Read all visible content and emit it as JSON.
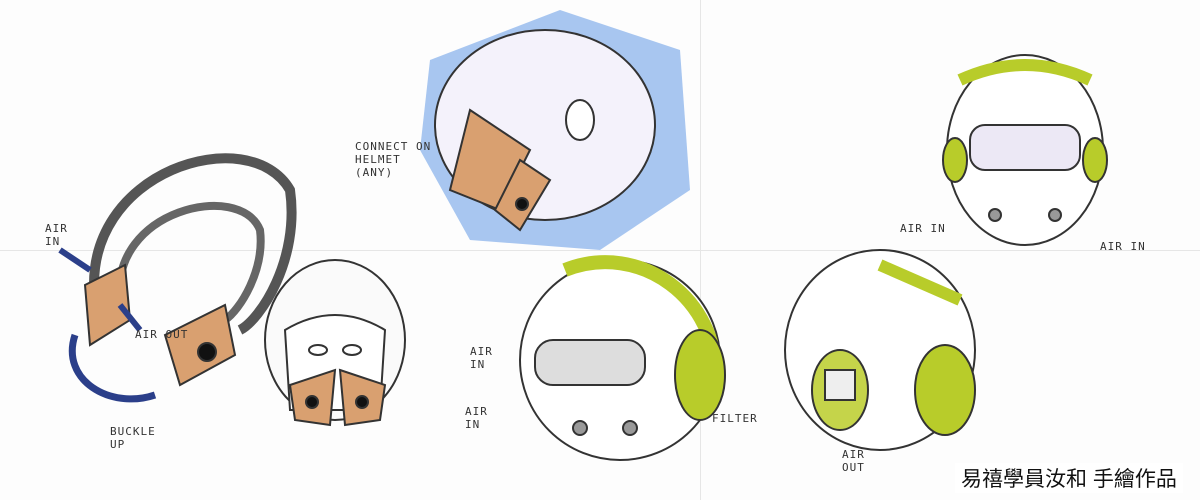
{
  "labels": {
    "air_in_left": "AIR IN",
    "air_out_left": "AIR OUT",
    "buckle_up": "BUCKLE UP",
    "connect_note": "CONNECT ON HELMET (ANY)",
    "air_in_mid_1": "AIR IN",
    "air_in_mid_2": "AIR IN",
    "filter": "FILTER",
    "air_out_right": "AIR OUT",
    "air_in_top_left": "AIR IN",
    "air_in_top_right": "AIR IN"
  },
  "caption": "易禧學員汝和 手繪作品",
  "colors": {
    "accent_green": "#b8cc2a",
    "skin_tan": "#d9a070",
    "marker_blue": "#6e9fe0",
    "arrow_navy": "#2b3f8a"
  }
}
